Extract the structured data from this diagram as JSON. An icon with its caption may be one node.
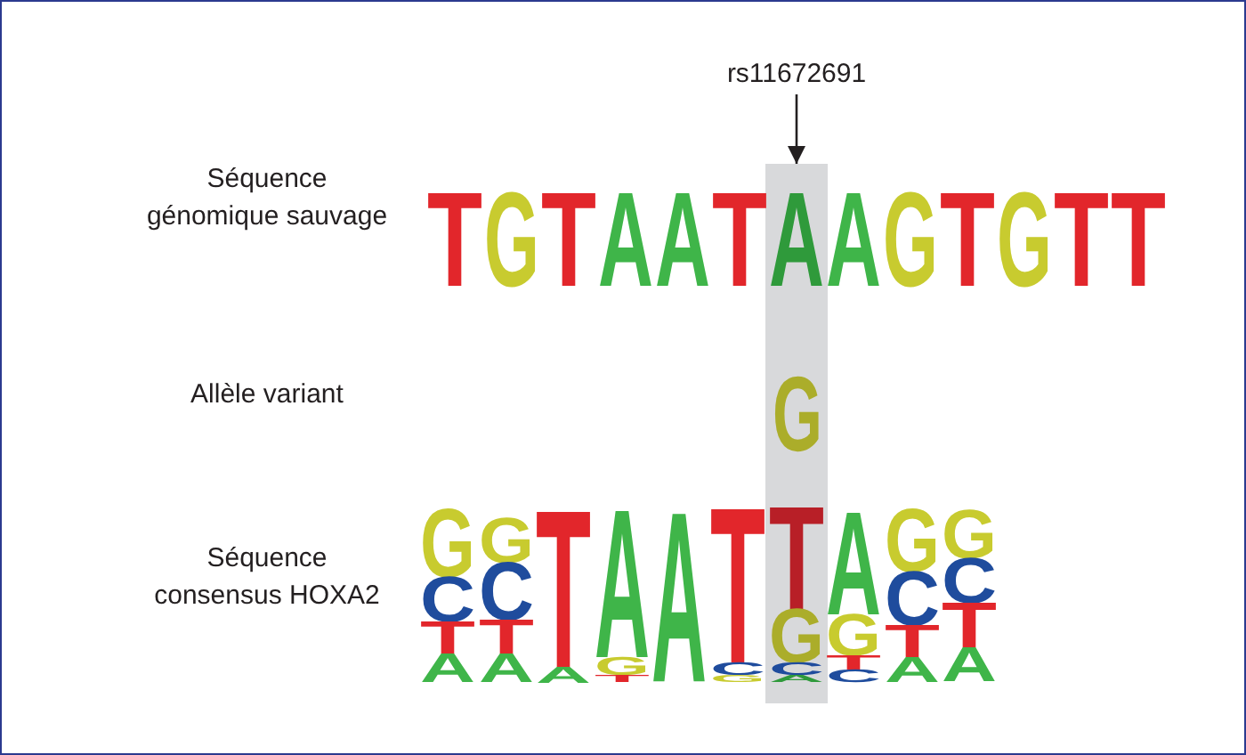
{
  "diagram": {
    "nodes": [
      {
        "text": [
          "rs11672691"
        ]
      },
      {
        "text": [],
        "shape": "bar"
      }
    ],
    "edges": [
      {
        "from": 0,
        "to": 1,
        "arrow": "to"
      }
    ],
    "labels": [
      "Séquence génomique sauvage",
      "TGTAATAAGTGTT",
      "Allèle variant",
      "G",
      "Séquence consensus HOXA2",
      "GCTA",
      "GCTA",
      "TA",
      "AGT",
      "A",
      "TCG",
      "TGCA",
      "AGTC",
      "GCTA",
      "GCTA"
    ]
  }
}
